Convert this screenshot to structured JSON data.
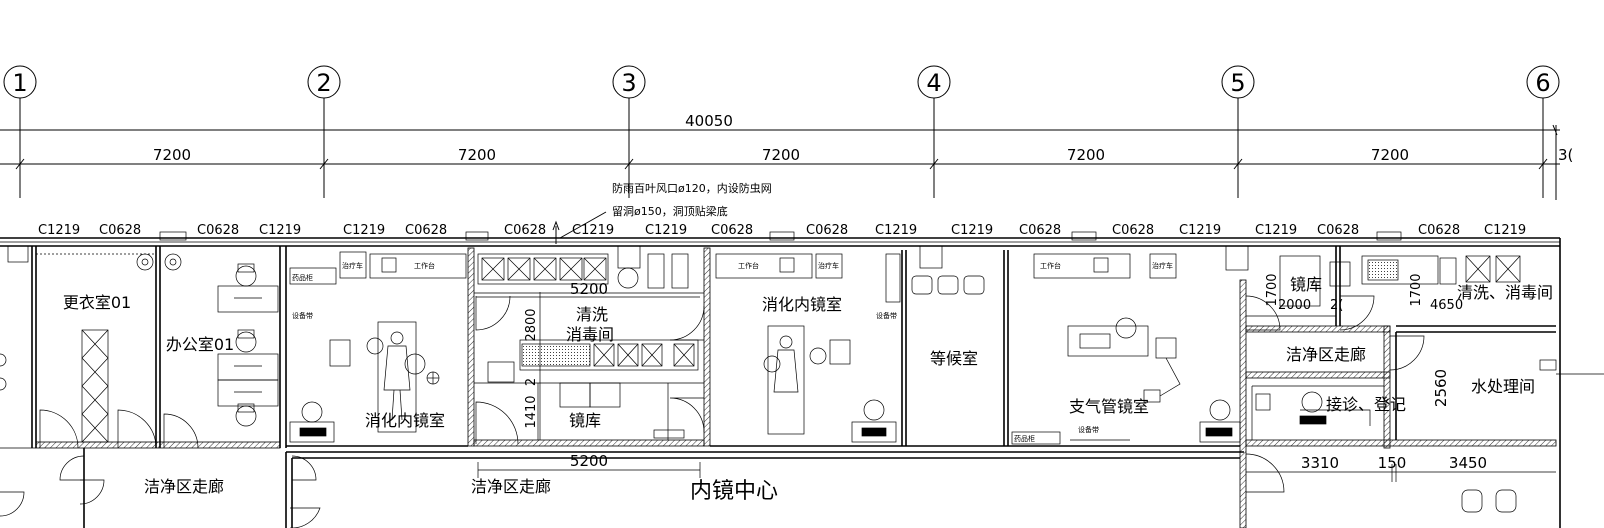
{
  "axes": [
    "1",
    "2",
    "3",
    "4",
    "5",
    "6"
  ],
  "dims_top": {
    "overall": "40050",
    "bays": [
      "7200",
      "7200",
      "7200",
      "7200",
      "7200"
    ],
    "partial": "3("
  },
  "windows": [
    "C1219",
    "C0628",
    "C0628",
    "C1219",
    "C1219",
    "C0628",
    "C0628",
    "C1219",
    "C1219",
    "C0628",
    "C0628",
    "C1219",
    "C1219",
    "C0628",
    "C0628",
    "C1219",
    "C1219",
    "C0628",
    "C0628",
    "C1219"
  ],
  "notes": {
    "vent": "防雨百叶风口ø120，内设防虫网",
    "opening": "留洞ø150，洞顶贴梁底"
  },
  "rooms": {
    "locker": "更衣室01",
    "office": "办公室01",
    "endo_left": "消化内镜室",
    "wash": "清洗",
    "disinfect": "消毒间",
    "scope_store_mid": "镜库",
    "endo_mid": "消化内镜室",
    "waiting": "等候室",
    "bronch": "支气管镜室",
    "scope_store_right": "镜库",
    "wash_right": "清洗、消毒间",
    "clean_corridor_right": "洁净区走廊",
    "reception": "接诊、登记",
    "water": "水处理间",
    "clean_corridor_left": "洁净区走廊",
    "clean_corridor_mid": "洁净区走廊",
    "center": "内镜中心"
  },
  "inner_dims": {
    "d5200_top": "5200",
    "d2800": "2800",
    "d1410": "1410",
    "d2": "2",
    "d5200_bottom": "5200",
    "d1700_a": "1700",
    "d2000": "2000",
    "d1700_b": "1700",
    "d4650": "4650",
    "d2560": "2560",
    "d3310": "3310",
    "d150": "150",
    "d3450": "3450",
    "d2x": "2("
  },
  "equipment": {
    "cart": "治疗车",
    "desk": "工作台",
    "equip_belt": "设备带",
    "supply_cabinet": "药品柜"
  }
}
